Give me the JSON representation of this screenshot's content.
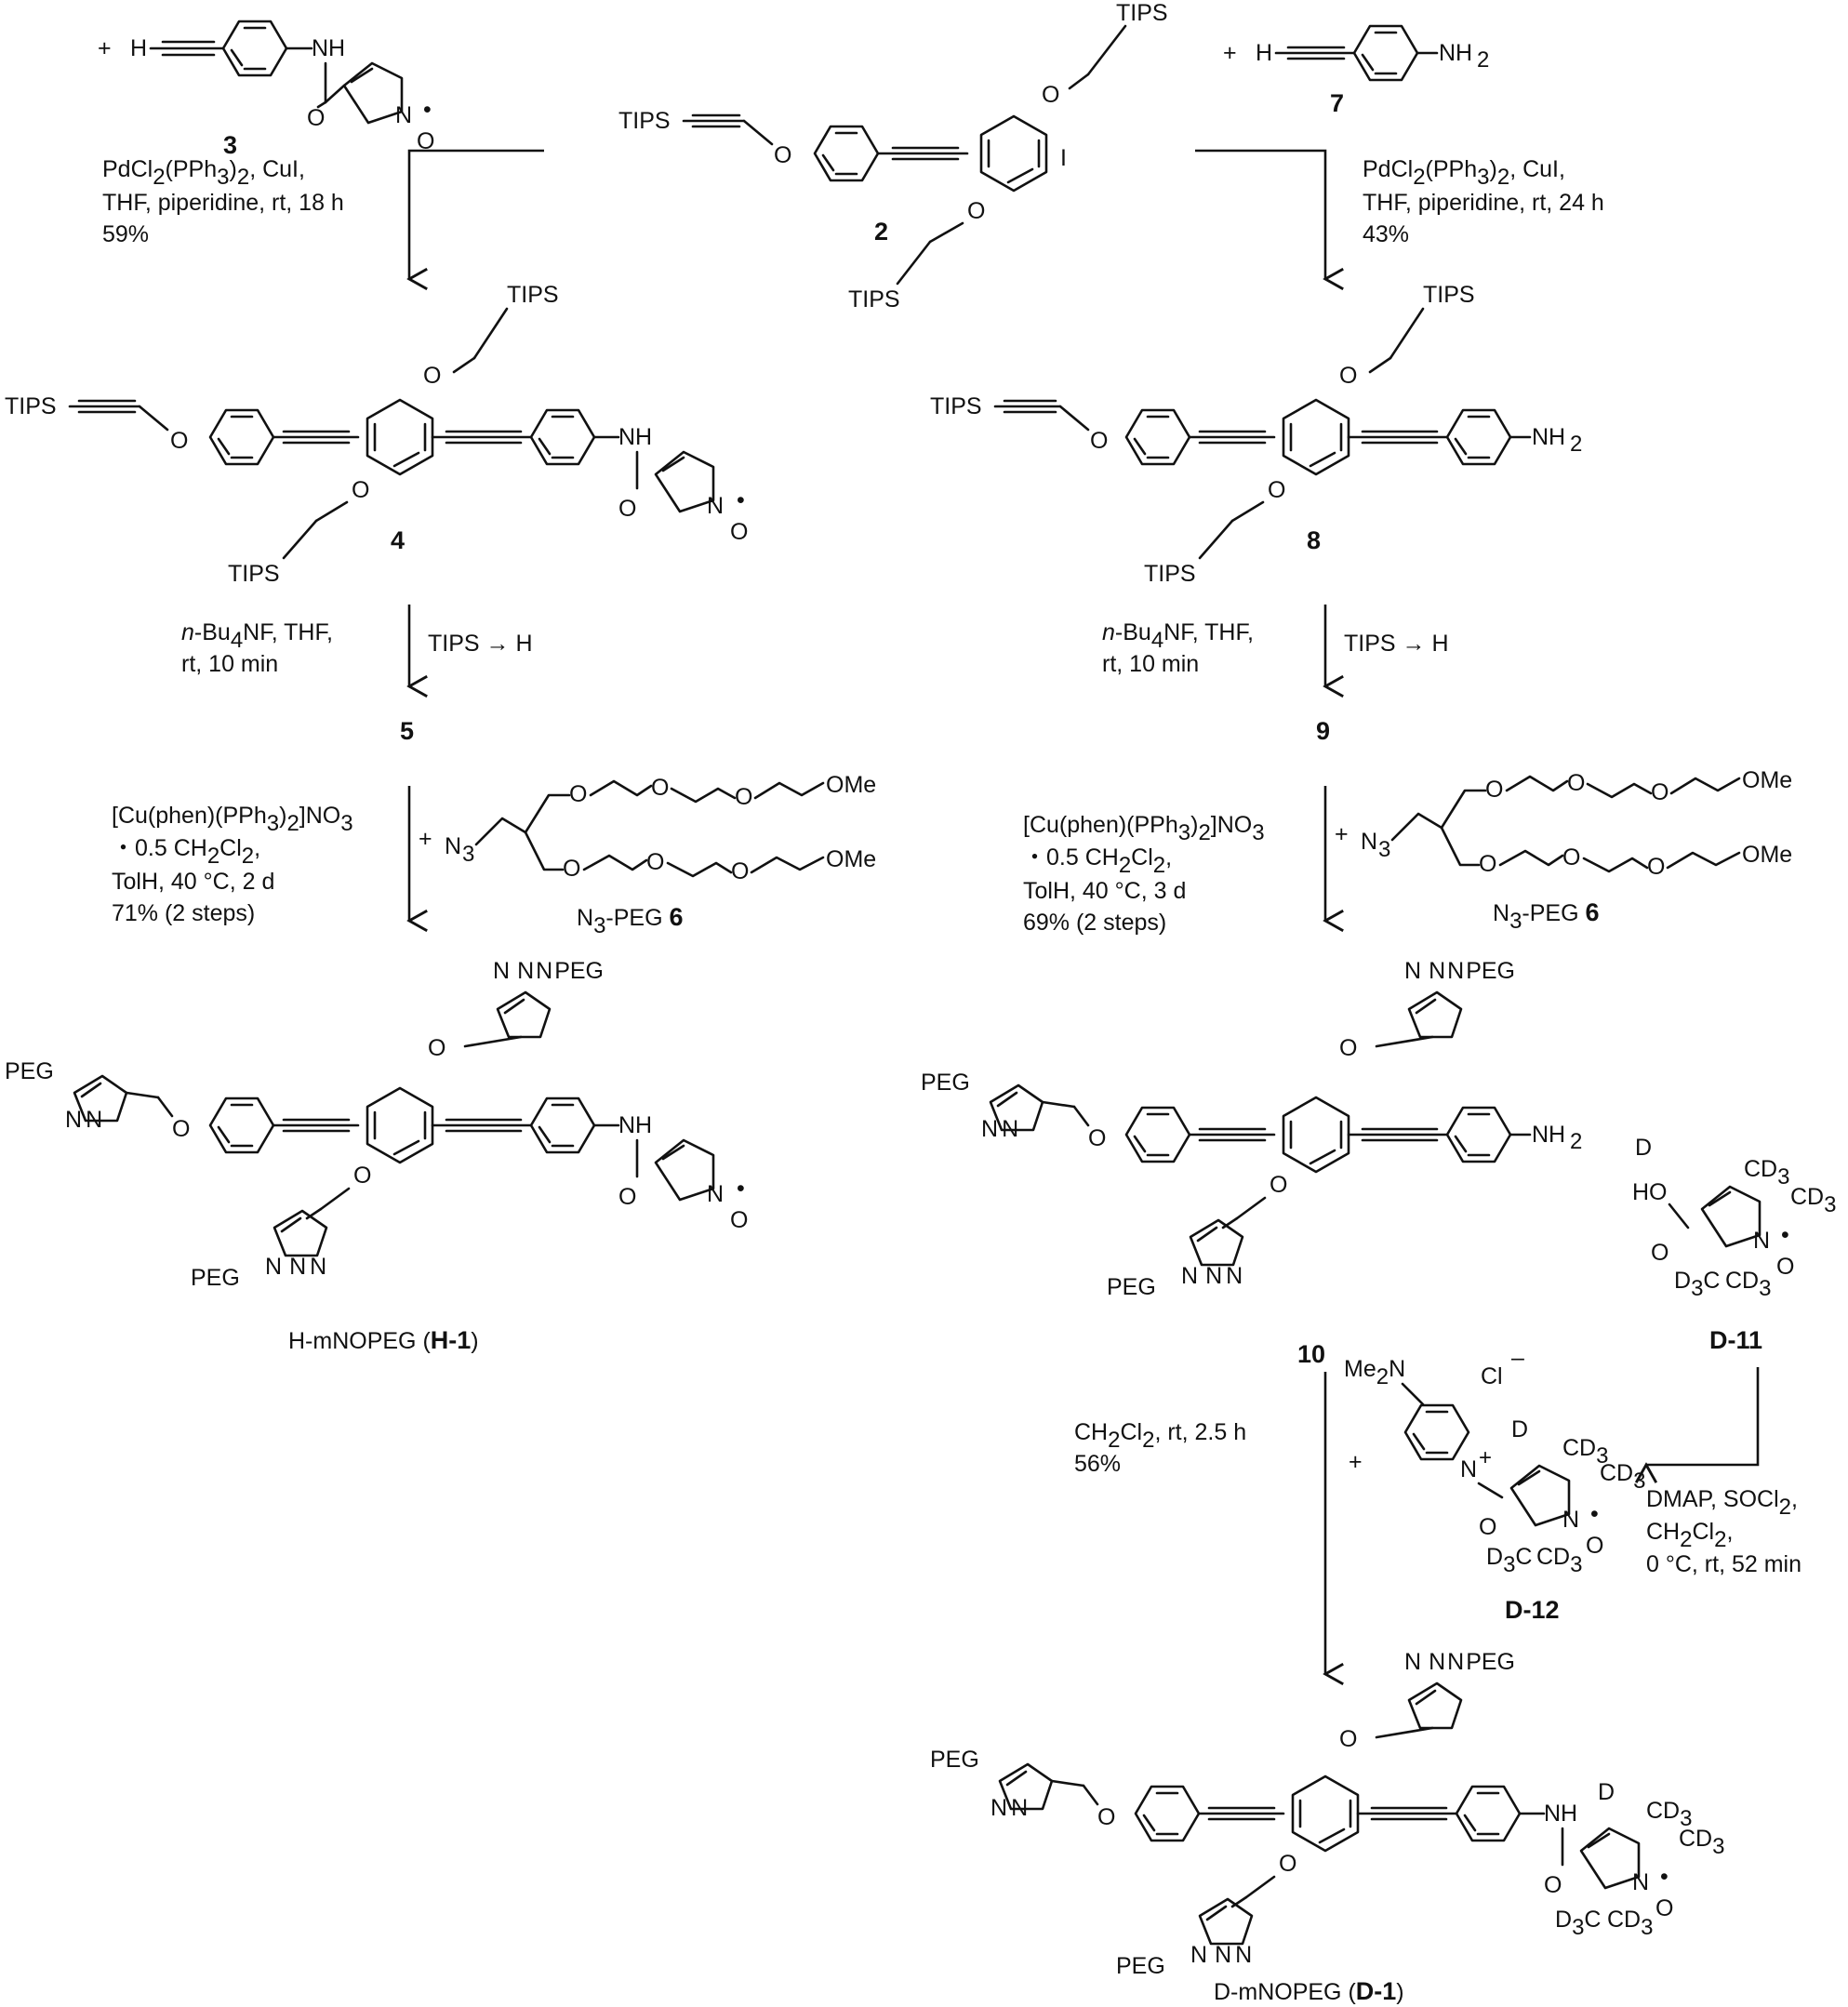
{
  "compounds": {
    "c3": {
      "label": "3"
    },
    "c2": {
      "label": "2"
    },
    "c7": {
      "label": "7"
    },
    "c4": {
      "label": "4"
    },
    "c8": {
      "label": "8"
    },
    "c5": {
      "label": "5"
    },
    "c9": {
      "label": "9"
    },
    "c10": {
      "label": "10"
    },
    "d11": {
      "label": "D-11"
    },
    "d12": {
      "label": "D-12"
    },
    "h1": {
      "name": "H-mNOPEG (",
      "label": "H-1",
      "close": ")"
    },
    "d1": {
      "name": "D-mNOPEG (",
      "label": "D-1",
      "close": ")"
    },
    "peg6": {
      "prefix": "N",
      "sub": "3",
      "suffix": "-PEG ",
      "label": "6"
    }
  },
  "atoms": {
    "tips": "TIPS",
    "nh": "NH",
    "nh2": "NH",
    "two": "2",
    "three": "3",
    "h": "H",
    "o": "O",
    "n": "N",
    "i": "I",
    "peg": "PEG",
    "ome": "OMe",
    "d": "D",
    "cd3": "CD",
    "d3c": "D",
    "ho": "HO",
    "me2n": "Me",
    "cl": "Cl",
    "minus": "–",
    "plus": "+",
    "radical": "•"
  },
  "conditions": {
    "step1_left": {
      "l1a": "PdCl",
      "l1b": "2",
      "l1c": "(PPh",
      "l1d": "3",
      "l1e": ")",
      "l1f": "2",
      "l1g": ", CuI,",
      "l2": "THF, piperidine, rt, 18 h",
      "l3": "59%"
    },
    "step1_right": {
      "l1a": "PdCl",
      "l1b": "2",
      "l1c": "(PPh",
      "l1d": "3",
      "l1e": ")",
      "l1f": "2",
      "l1g": ", CuI,",
      "l2": "THF, piperidine, rt, 24 h",
      "l3": "43%"
    },
    "deprotect": {
      "l1a": "n",
      "l1b": "-Bu",
      "l1c": "4",
      "l1d": "NF, THF,",
      "l2": "rt, 10 min",
      "tips_arrow": "TIPS → H"
    },
    "click_left": {
      "l1a": "[Cu(phen)(PPh",
      "l1b": "3",
      "l1c": ")",
      "l1d": "2",
      "l1e": "]NO",
      "l1f": "3",
      "l2a": "・0.5 CH",
      "l2b": "2",
      "l2c": "Cl",
      "l2d": "2",
      "l2e": ",",
      "l3": "TolH, 40 °C, 2 d",
      "l4": "71% (2 steps)"
    },
    "click_right": {
      "l1a": "[Cu(phen)(PPh",
      "l1b": "3",
      "l1c": ")",
      "l1d": "2",
      "l1e": "]NO",
      "l1f": "3",
      "l2a": "・0.5 CH",
      "l2b": "2",
      "l2c": "Cl",
      "l2d": "2",
      "l2e": ",",
      "l3": "TolH, 40 °C, 3 d",
      "l4": "69% (2 steps)"
    },
    "coupling": {
      "l1a": "CH",
      "l1b": "2",
      "l1c": "Cl",
      "l1d": "2",
      "l1e": ", rt, 2.5 h",
      "l2": "56%"
    },
    "activation": {
      "l1": "DMAP, SOCl",
      "l1b": "2",
      "l1c": ",",
      "l2a": "CH",
      "l2b": "2",
      "l2c": "Cl",
      "l2d": "2",
      "l2e": ",",
      "l3": "0 °C, rt, 52 min"
    }
  }
}
